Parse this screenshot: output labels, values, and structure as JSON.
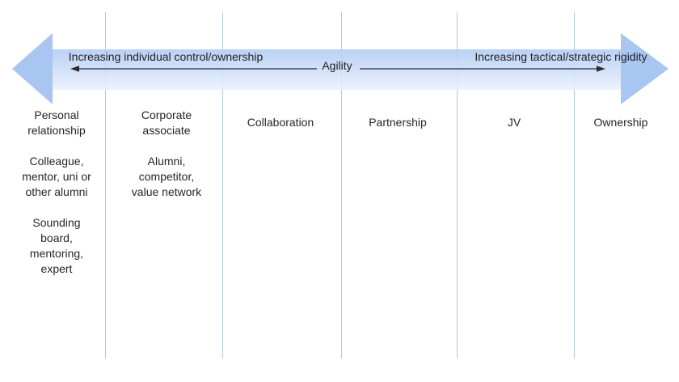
{
  "axis": {
    "left_label": "Increasing individual control/ownership",
    "center_label": "Agility",
    "right_label": "Increasing tactical/strategic rigidity"
  },
  "columns": [
    {
      "name": "personal-relationship",
      "blocks": [
        {
          "lines": [
            "Personal",
            "relationship"
          ]
        },
        {
          "lines": [
            "Colleague,",
            "mentor, uni or",
            "other alumni"
          ]
        },
        {
          "lines": [
            "Sounding",
            "board,",
            "mentoring,",
            "expert"
          ]
        }
      ]
    },
    {
      "name": "corporate-associate",
      "blocks": [
        {
          "lines": [
            "Corporate",
            "associate"
          ]
        },
        {
          "lines": [
            "Alumni,",
            "competitor,",
            "value network"
          ]
        }
      ]
    },
    {
      "name": "collaboration",
      "blocks": [
        {
          "lines": [
            "Collaboration"
          ]
        }
      ]
    },
    {
      "name": "partnership",
      "blocks": [
        {
          "lines": [
            "Partnership"
          ]
        }
      ]
    },
    {
      "name": "jv",
      "blocks": [
        {
          "lines": [
            "JV"
          ]
        }
      ]
    },
    {
      "name": "ownership",
      "blocks": [
        {
          "lines": [
            "Ownership"
          ]
        }
      ]
    }
  ],
  "colors": {
    "arrow_head": "#a8c6f0",
    "band_top": "#b0cbf2",
    "band_mid": "#cfdff8",
    "band_bottom": "#e9f0fc",
    "divider": "#aecbe4",
    "axis_line": "#2b2b33",
    "text": "#262626"
  }
}
